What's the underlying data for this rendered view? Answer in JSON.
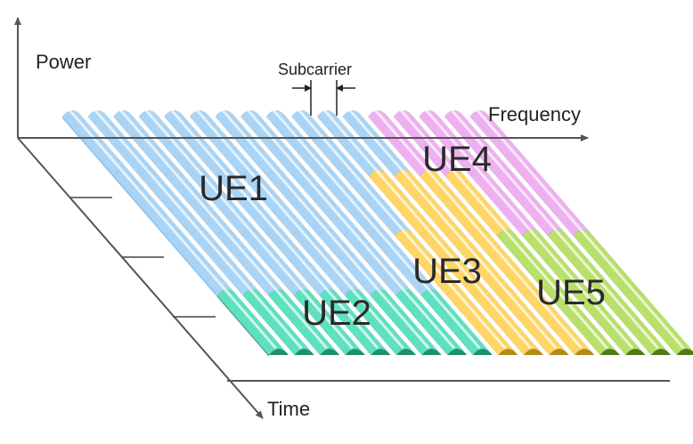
{
  "axes": {
    "power": "Power",
    "frequency": "Frequency",
    "time": "Time"
  },
  "subcarrier_label": "Subcarrier",
  "grid": {
    "subcarriers": 17,
    "time_slots": 4
  },
  "users": [
    {
      "id": "UE1",
      "label": "UE1",
      "color": "#a9d4f5",
      "dark": "#6fb2ea"
    },
    {
      "id": "UE2",
      "label": "UE2",
      "color": "#5fe0c0",
      "dark": "#1f8f70"
    },
    {
      "id": "UE3",
      "label": "UE3",
      "color": "#ffd566",
      "dark": "#b48a1c"
    },
    {
      "id": "UE4",
      "label": "UE4",
      "color": "#eeb0f0",
      "dark": "#c77fd0"
    },
    {
      "id": "UE5",
      "label": "UE5",
      "color": "#b8e06a",
      "dark": "#4f7a18"
    }
  ],
  "allocation": [
    [
      "UE1",
      "UE1",
      "UE1",
      "UE1",
      "UE1",
      "UE1",
      "UE1",
      "UE1",
      "UE1",
      "UE1",
      "UE1",
      "UE1",
      "UE4",
      "UE4",
      "UE4",
      "UE4",
      "UE4"
    ],
    [
      "UE1",
      "UE1",
      "UE1",
      "UE1",
      "UE1",
      "UE1",
      "UE1",
      "UE1",
      "UE1",
      "UE1",
      "UE3",
      "UE3",
      "UE3",
      "UE3",
      "UE4",
      "UE4",
      "UE4"
    ],
    [
      "UE1",
      "UE1",
      "UE1",
      "UE1",
      "UE1",
      "UE1",
      "UE1",
      "UE1",
      "UE1",
      "UE3",
      "UE3",
      "UE3",
      "UE3",
      "UE5",
      "UE5",
      "UE5",
      "UE5"
    ],
    [
      "UE2",
      "UE2",
      "UE2",
      "UE2",
      "UE2",
      "UE2",
      "UE2",
      "UE2",
      "UE2",
      "UE3",
      "UE3",
      "UE3",
      "UE3",
      "UE5",
      "UE5",
      "UE5",
      "UE5"
    ]
  ]
}
